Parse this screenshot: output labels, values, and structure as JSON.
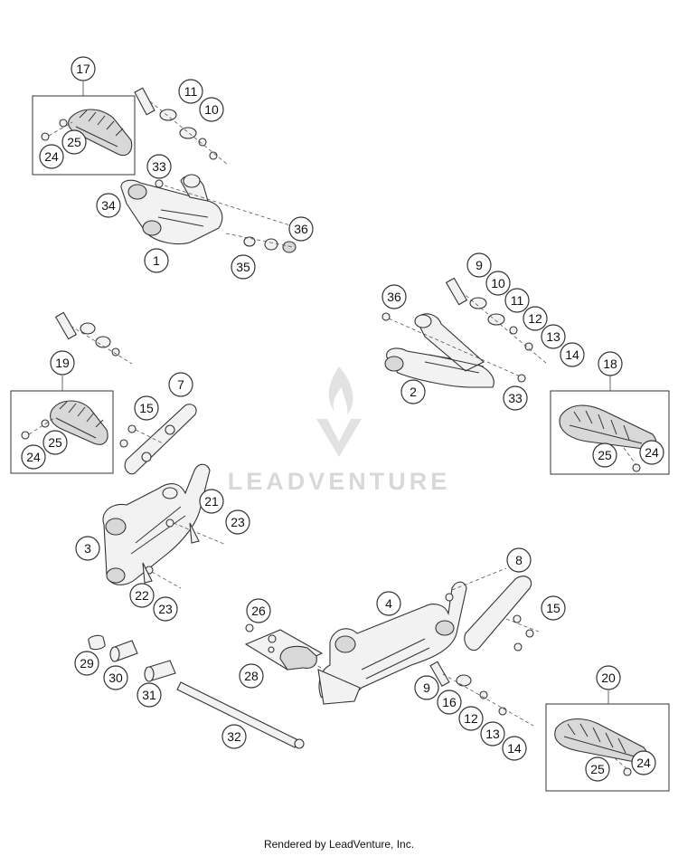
{
  "footer": {
    "text": "Rendered by LeadVenture, Inc."
  },
  "watermark": {
    "text": "LEADVENTURE",
    "icon": "flame-v-logo-icon"
  },
  "callouts": {
    "c17": "17",
    "c11a": "11",
    "c10a": "10",
    "c33a": "33",
    "c34": "34",
    "c36a": "36",
    "c25a": "25",
    "c24a": "24",
    "c1": "1",
    "c35": "35",
    "c9a": "9",
    "c10b": "10",
    "c11b": "11",
    "c12a": "12",
    "c13a": "13",
    "c14a": "14",
    "c36b": "36",
    "c2": "2",
    "c33b": "33",
    "c18": "18",
    "c25b": "25",
    "c24b": "24",
    "c19": "19",
    "c25c": "25",
    "c24c": "24",
    "c7": "7",
    "c15a": "15",
    "c21": "21",
    "c23a": "23",
    "c3": "3",
    "c22": "22",
    "c23b": "23",
    "c8": "8",
    "c4": "4",
    "c15b": "15",
    "c26": "26",
    "c28": "28",
    "c29": "29",
    "c30": "30",
    "c31": "31",
    "c32": "32",
    "c9b": "9",
    "c16": "16",
    "c12b": "12",
    "c13b": "13",
    "c14b": "14",
    "c20": "20",
    "c24d": "24",
    "c25d": "25"
  }
}
